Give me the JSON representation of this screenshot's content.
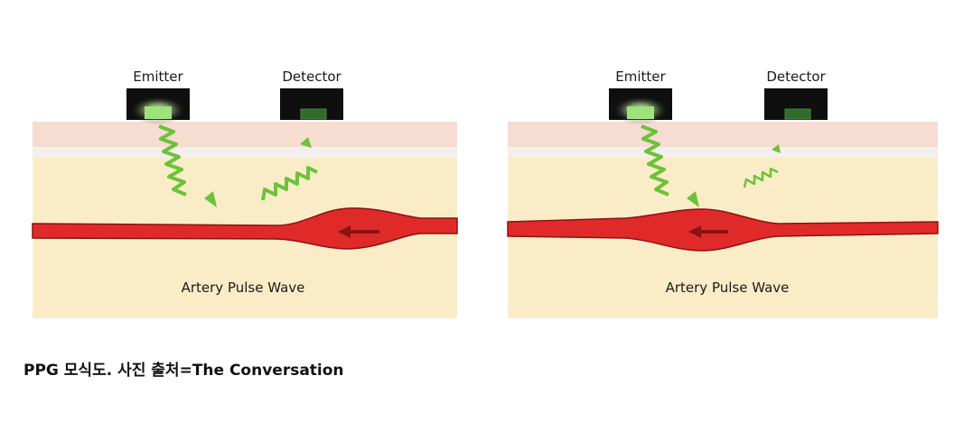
{
  "panels": [
    {
      "emitter_label": "Emitter",
      "detector_label": "Detector",
      "artery_label": "Artery Pulse Wave",
      "pulse_state": "bulge-near-detector"
    },
    {
      "emitter_label": "Emitter",
      "detector_label": "Detector",
      "artery_label": "Artery Pulse Wave",
      "pulse_state": "bulge-near-emitter"
    }
  ],
  "caption": "PPG 모식도. 사진 출처=The Conversation",
  "colors": {
    "skin_top": "#f6dcd1",
    "skin_white": "#f2efec",
    "tissue": "#fbecc8",
    "artery": "#e02a2a",
    "artery_edge": "#8c1111",
    "light_green": "#6cc23a",
    "sensor_box": "#0f0f0f"
  }
}
